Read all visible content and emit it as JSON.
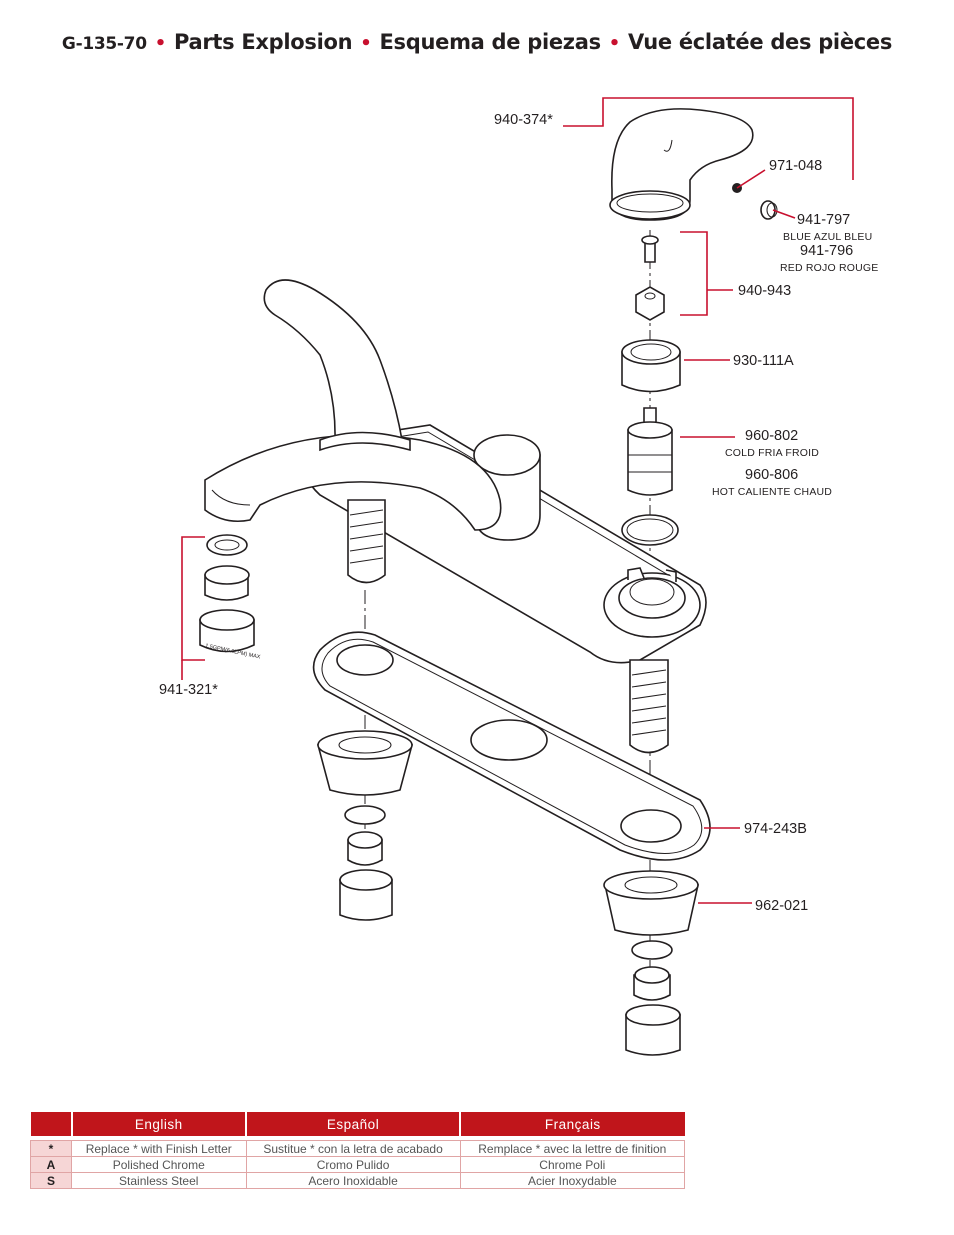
{
  "title": {
    "model": "G-135-70",
    "separator": "•",
    "english": "Parts Explosion",
    "spanish": "Esquema de piezas",
    "french": "Vue éclatée des pièces"
  },
  "parts": {
    "handle_assembly": "940-374*",
    "set_screw": "971-048",
    "index_button_blue": "941-797",
    "index_button_blue_note": "BLUE AZUL BLEU",
    "index_button_red": "941-796",
    "index_button_red_note": "RED ROJO ROUGE",
    "adapter_nut": "940-943",
    "bonnet_nut": "930-111A",
    "cartridge_cold": "960-802",
    "cartridge_cold_note": "COLD FRIA FROID",
    "cartridge_hot": "960-806",
    "cartridge_hot_note": "HOT CALIENTE CHAUD",
    "aerator": "941-321*",
    "aerator_text": "1.5GPM(6.0LPM) MAX",
    "gasket": "974-243B",
    "mounting_nut": "962-021"
  },
  "colors": {
    "accent": "#c8102e",
    "header_bg": "#c0151b",
    "code_bg": "#f6d6d6",
    "line": "#231f20"
  },
  "legend": {
    "headers": [
      "English",
      "Español",
      "Français"
    ],
    "rows": [
      {
        "code": "*",
        "english": "Replace * with Finish Letter",
        "spanish": "Sustitue * con la letra de acabado",
        "french": "Remplace * avec la lettre de finition"
      },
      {
        "code": "A",
        "english": "Polished Chrome",
        "spanish": "Cromo Pulido",
        "french": "Chrome Poli"
      },
      {
        "code": "S",
        "english": "Stainless Steel",
        "spanish": "Acero Inoxidable",
        "french": "Acier Inoxydable"
      }
    ]
  }
}
